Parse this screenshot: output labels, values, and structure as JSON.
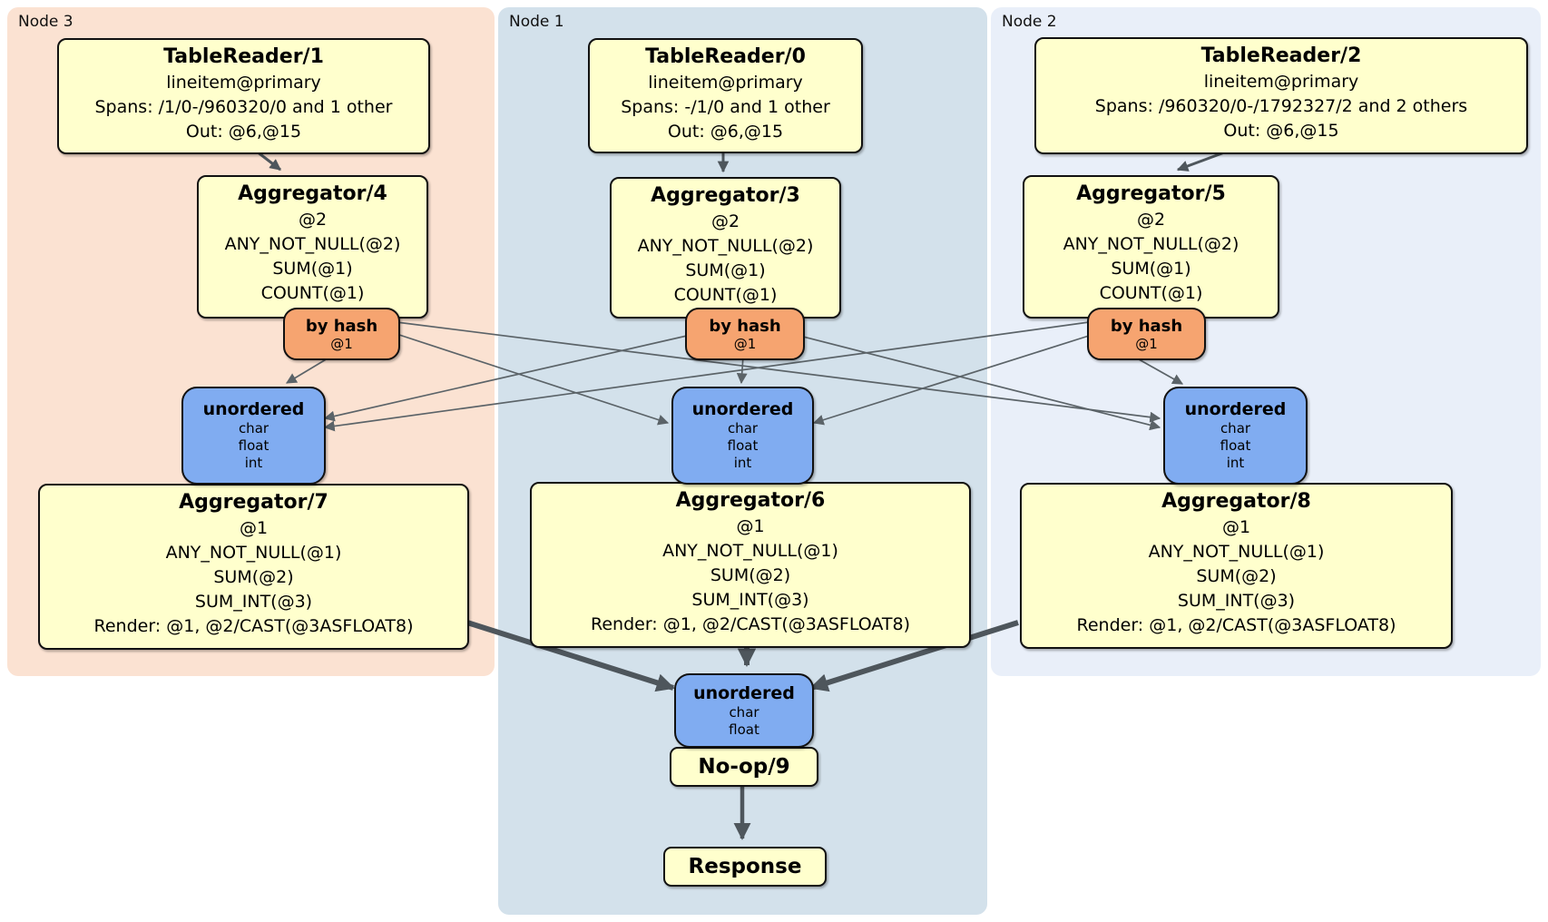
{
  "node_labels": {
    "node3": "Node 3",
    "node1": "Node 1",
    "node2": "Node 2"
  },
  "boxes": {
    "tr1": {
      "title": "TableReader/1",
      "lines": [
        "lineitem@primary",
        "Spans: /1/0-/960320/0 and 1 other",
        "Out: @6,@15"
      ]
    },
    "tr0": {
      "title": "TableReader/0",
      "lines": [
        "lineitem@primary",
        "Spans: -/1/0 and 1 other",
        "Out: @6,@15"
      ]
    },
    "tr2": {
      "title": "TableReader/2",
      "lines": [
        "lineitem@primary",
        "Spans: /960320/0-/1792327/2 and 2 others",
        "Out: @6,@15"
      ]
    },
    "agg4": {
      "title": "Aggregator/4",
      "lines": [
        "@2",
        "ANY_NOT_NULL(@2)",
        "SUM(@1)",
        "COUNT(@1)"
      ]
    },
    "agg3": {
      "title": "Aggregator/3",
      "lines": [
        "@2",
        "ANY_NOT_NULL(@2)",
        "SUM(@1)",
        "COUNT(@1)"
      ]
    },
    "agg5": {
      "title": "Aggregator/5",
      "lines": [
        "@2",
        "ANY_NOT_NULL(@2)",
        "SUM(@1)",
        "COUNT(@1)"
      ]
    },
    "agg7": {
      "title": "Aggregator/7",
      "lines": [
        "@1",
        "ANY_NOT_NULL(@1)",
        "SUM(@2)",
        "SUM_INT(@3)",
        "Render: @1, @2/CAST(@3ASFLOAT8)"
      ]
    },
    "agg6": {
      "title": "Aggregator/6",
      "lines": [
        "@1",
        "ANY_NOT_NULL(@1)",
        "SUM(@2)",
        "SUM_INT(@3)",
        "Render: @1, @2/CAST(@3ASFLOAT8)"
      ]
    },
    "agg8": {
      "title": "Aggregator/8",
      "lines": [
        "@1",
        "ANY_NOT_NULL(@1)",
        "SUM(@2)",
        "SUM_INT(@3)",
        "Render: @1, @2/CAST(@3ASFLOAT8)"
      ]
    }
  },
  "routers": {
    "hash_left": {
      "title": "by hash",
      "lines": [
        "@1"
      ]
    },
    "hash_center": {
      "title": "by hash",
      "lines": [
        "@1"
      ]
    },
    "hash_right": {
      "title": "by hash",
      "lines": [
        "@1"
      ]
    }
  },
  "syncs": {
    "uno_left": {
      "title": "unordered",
      "lines": [
        "char",
        "float",
        "int"
      ]
    },
    "uno_center": {
      "title": "unordered",
      "lines": [
        "char",
        "float",
        "int"
      ]
    },
    "uno_right": {
      "title": "unordered",
      "lines": [
        "char",
        "float",
        "int"
      ]
    },
    "uno_final": {
      "title": "unordered",
      "lines": [
        "char",
        "float"
      ]
    }
  },
  "terminals": {
    "noop": "No-op/9",
    "response": "Response"
  },
  "colors": {
    "node3_bg": "#fbe2d2",
    "node1_bg": "#d3e1eb",
    "node2_bg": "#e9eff9",
    "processor_bg": "#ffffcd",
    "router_bg": "#f6a470",
    "sync_bg": "#80acf1",
    "edge_thin": "#5b6368",
    "edge_thick": "#4e565c",
    "border": "#111111"
  },
  "edges": [
    {
      "from": "TableReader/1",
      "to": "Aggregator/4",
      "style": "thin"
    },
    {
      "from": "TableReader/0",
      "to": "Aggregator/3",
      "style": "thin"
    },
    {
      "from": "TableReader/2",
      "to": "Aggregator/5",
      "style": "thin"
    },
    {
      "from": "by-hash-node3",
      "to": "unordered-node3",
      "style": "thin"
    },
    {
      "from": "by-hash-node3",
      "to": "unordered-node1",
      "style": "thin"
    },
    {
      "from": "by-hash-node3",
      "to": "unordered-node2",
      "style": "thin"
    },
    {
      "from": "by-hash-node1",
      "to": "unordered-node3",
      "style": "thin"
    },
    {
      "from": "by-hash-node1",
      "to": "unordered-node1",
      "style": "thin"
    },
    {
      "from": "by-hash-node1",
      "to": "unordered-node2",
      "style": "thin"
    },
    {
      "from": "by-hash-node2",
      "to": "unordered-node3",
      "style": "thin"
    },
    {
      "from": "by-hash-node2",
      "to": "unordered-node1",
      "style": "thin"
    },
    {
      "from": "by-hash-node2",
      "to": "unordered-node2",
      "style": "thin"
    },
    {
      "from": "Aggregator/7",
      "to": "unordered-final",
      "style": "thick"
    },
    {
      "from": "Aggregator/6",
      "to": "unordered-final",
      "style": "thick"
    },
    {
      "from": "Aggregator/8",
      "to": "unordered-final",
      "style": "thick"
    },
    {
      "from": "No-op/9",
      "to": "Response",
      "style": "medium"
    }
  ]
}
